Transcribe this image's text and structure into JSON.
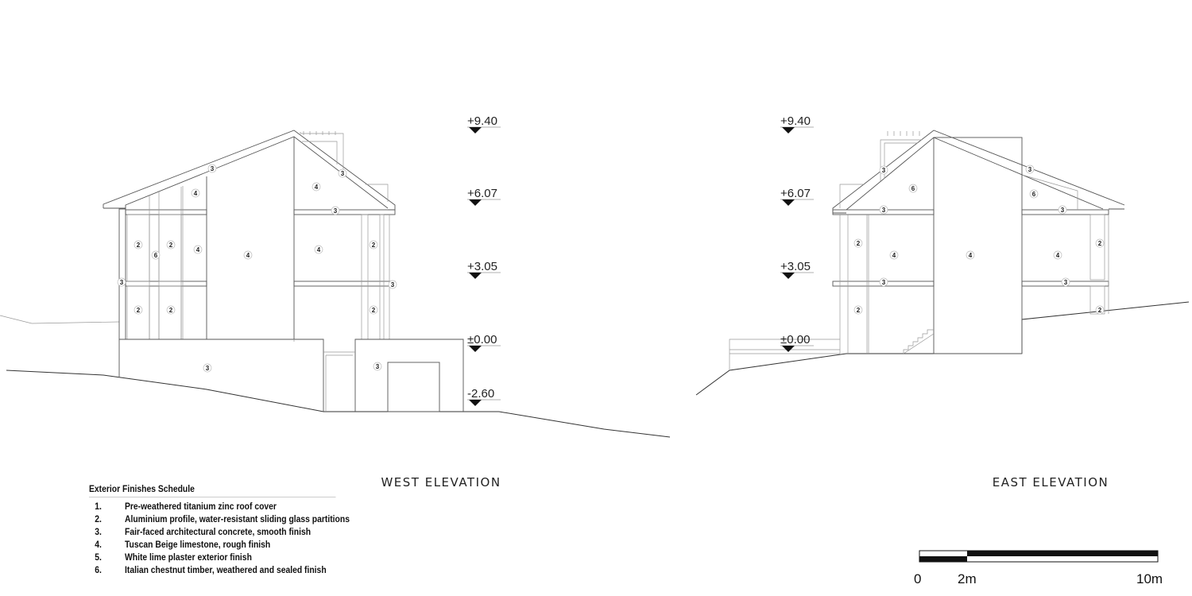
{
  "west": {
    "title": "WEST ELEVATION",
    "levels": [
      "+9.40",
      "+6.07",
      "+3.05",
      "±0.00",
      "-2.60"
    ],
    "tags": [
      "3",
      "3",
      "4",
      "4",
      "3",
      "2",
      "2",
      "6",
      "4",
      "4",
      "4",
      "2",
      "3",
      "3",
      "2",
      "2",
      "2",
      "3",
      "3"
    ]
  },
  "east": {
    "title": "EAST ELEVATION",
    "levels": [
      "+9.40",
      "+6.07",
      "+3.05",
      "±0.00"
    ],
    "tags": [
      "3",
      "3",
      "6",
      "6",
      "3",
      "3",
      "2",
      "4",
      "4",
      "4",
      "2",
      "3",
      "3",
      "2",
      "2"
    ]
  },
  "legend": {
    "title": "Exterior Finishes Schedule",
    "items": [
      {
        "num": "1.",
        "text": "Pre-weathered titanium zinc roof cover"
      },
      {
        "num": "2.",
        "text": "Aluminium profile, water-resistant sliding glass partitions"
      },
      {
        "num": "3.",
        "text": "Fair-faced architectural concrete, smooth finish"
      },
      {
        "num": "4.",
        "text": "Tuscan Beige limestone, rough finish"
      },
      {
        "num": "5.",
        "text": "White lime plaster exterior finish"
      },
      {
        "num": "6.",
        "text": "Italian chestnut timber, weathered and sealed finish"
      }
    ]
  },
  "scale_bar": {
    "labels": [
      "0",
      "2m",
      "10m"
    ]
  }
}
